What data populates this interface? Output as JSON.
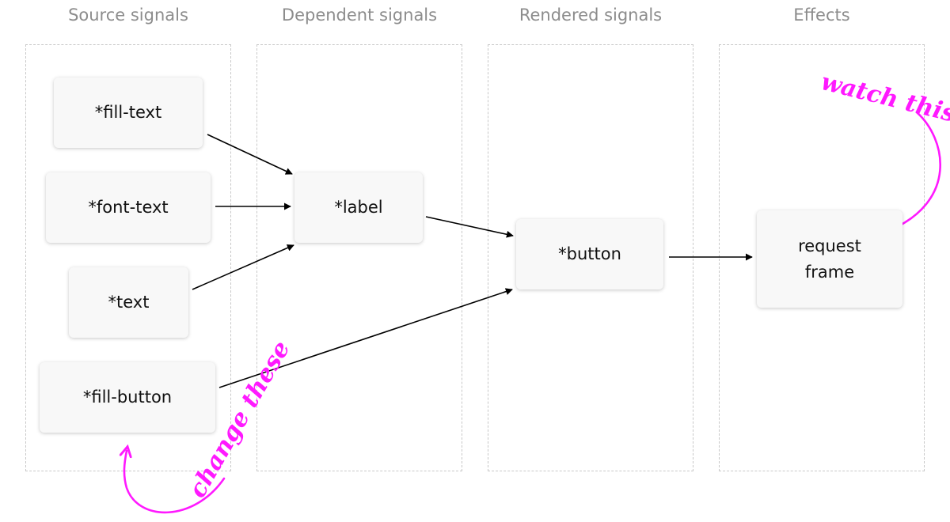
{
  "columns": [
    {
      "title": "Source signals"
    },
    {
      "title": "Dependent signals"
    },
    {
      "title": "Rendered signals"
    },
    {
      "title": "Effects"
    }
  ],
  "nodes": {
    "fill_text": "*fill-text",
    "font_text": "*font-text",
    "text": "*text",
    "fill_button": "*fill-button",
    "label": "*label",
    "button": "*button",
    "request_frame_line1": "request",
    "request_frame_line2": "frame"
  },
  "annotations": {
    "watch": "watch this",
    "change": "change these",
    "color": "#ff19ff"
  },
  "edges": [
    {
      "from": "*fill-text",
      "to": "*label"
    },
    {
      "from": "*font-text",
      "to": "*label"
    },
    {
      "from": "*text",
      "to": "*label"
    },
    {
      "from": "*label",
      "to": "*button"
    },
    {
      "from": "*fill-button",
      "to": "*button"
    },
    {
      "from": "*button",
      "to": "request frame"
    }
  ]
}
